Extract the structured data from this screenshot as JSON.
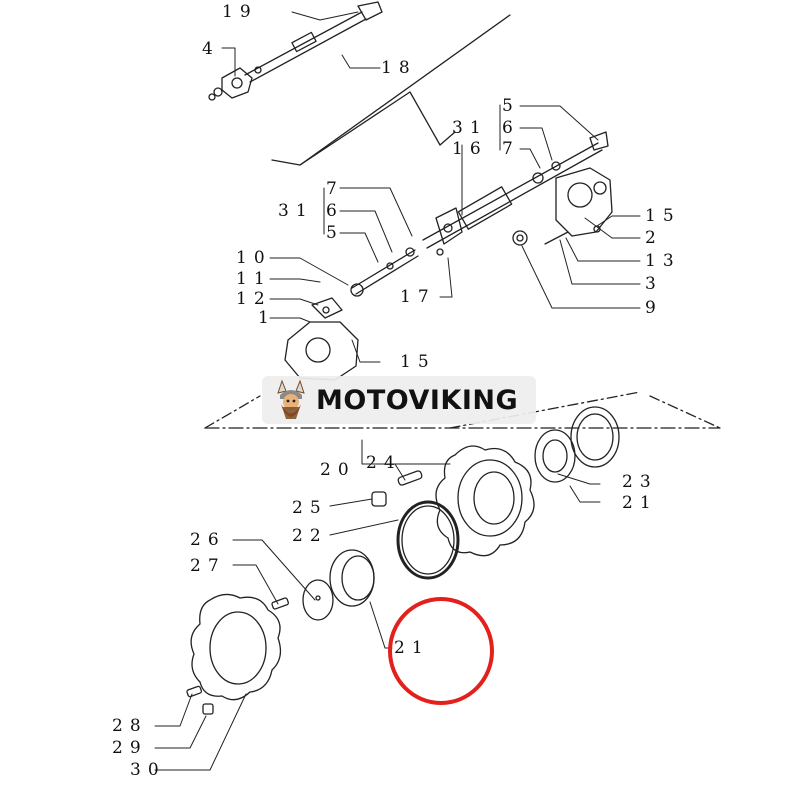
{
  "watermark": {
    "brand": "MOTOVIKING"
  },
  "colors": {
    "highlight": "#e3201b",
    "line": "#222222",
    "background": "#ffffff"
  },
  "highlighted_part": "21",
  "callouts": {
    "c19": "19",
    "c4": "4",
    "c18": "18",
    "c5a": "5",
    "c31a": "31",
    "c6a": "6",
    "c16": "16",
    "c7a": "7",
    "c15a": "15",
    "c2": "2",
    "c13": "13",
    "c3": "3",
    "c9": "9",
    "c7b": "7",
    "c31b": "31",
    "c6b": "6",
    "c5b": "5",
    "c10": "10",
    "c11": "11",
    "c12": "12",
    "c1": "1",
    "c17": "17",
    "c15b": "15",
    "c20": "20",
    "c24": "24",
    "c25": "25",
    "c22": "22",
    "c23": "23",
    "c21a": "21",
    "c26": "26",
    "c27": "27",
    "c21b": "21",
    "c28": "28",
    "c29": "29",
    "c30": "30"
  }
}
